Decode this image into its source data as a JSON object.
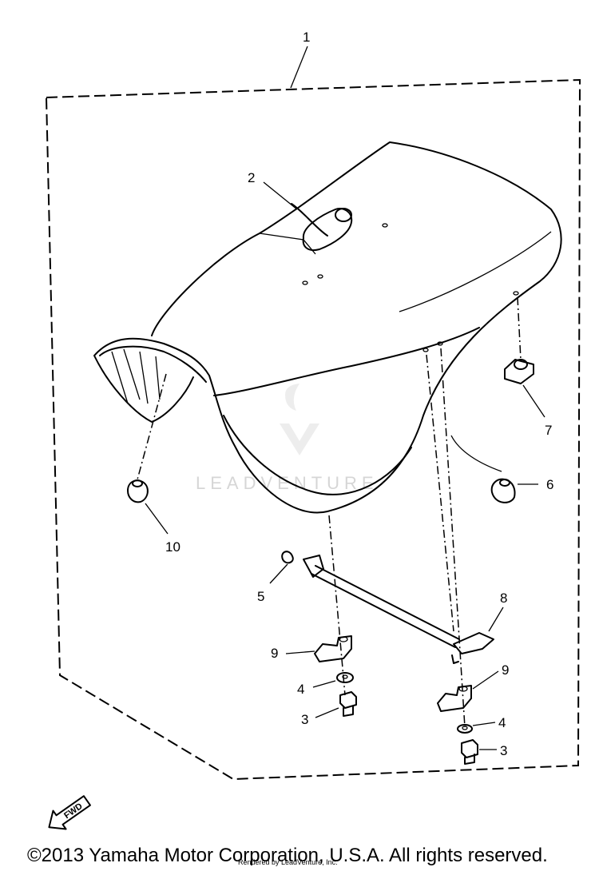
{
  "diagram": {
    "callouts": [
      {
        "id": "c1",
        "text": "1"
      },
      {
        "id": "c2",
        "text": "2"
      },
      {
        "id": "c3a",
        "text": "3"
      },
      {
        "id": "c3b",
        "text": "3"
      },
      {
        "id": "c4a",
        "text": "4"
      },
      {
        "id": "c4b",
        "text": "4"
      },
      {
        "id": "c5",
        "text": "5"
      },
      {
        "id": "c6",
        "text": "6"
      },
      {
        "id": "c7",
        "text": "7"
      },
      {
        "id": "c8",
        "text": "8"
      },
      {
        "id": "c9a",
        "text": "9"
      },
      {
        "id": "c9b",
        "text": "9"
      },
      {
        "id": "c10",
        "text": "10"
      }
    ],
    "fwd_label": "FWD",
    "watermark": "LEADVENTURE",
    "copyright": "©2013 Yamaha Motor Corporation, U.S.A. All rights reserved.",
    "rendered_by": "Rendered by LeadVenture, Inc."
  }
}
